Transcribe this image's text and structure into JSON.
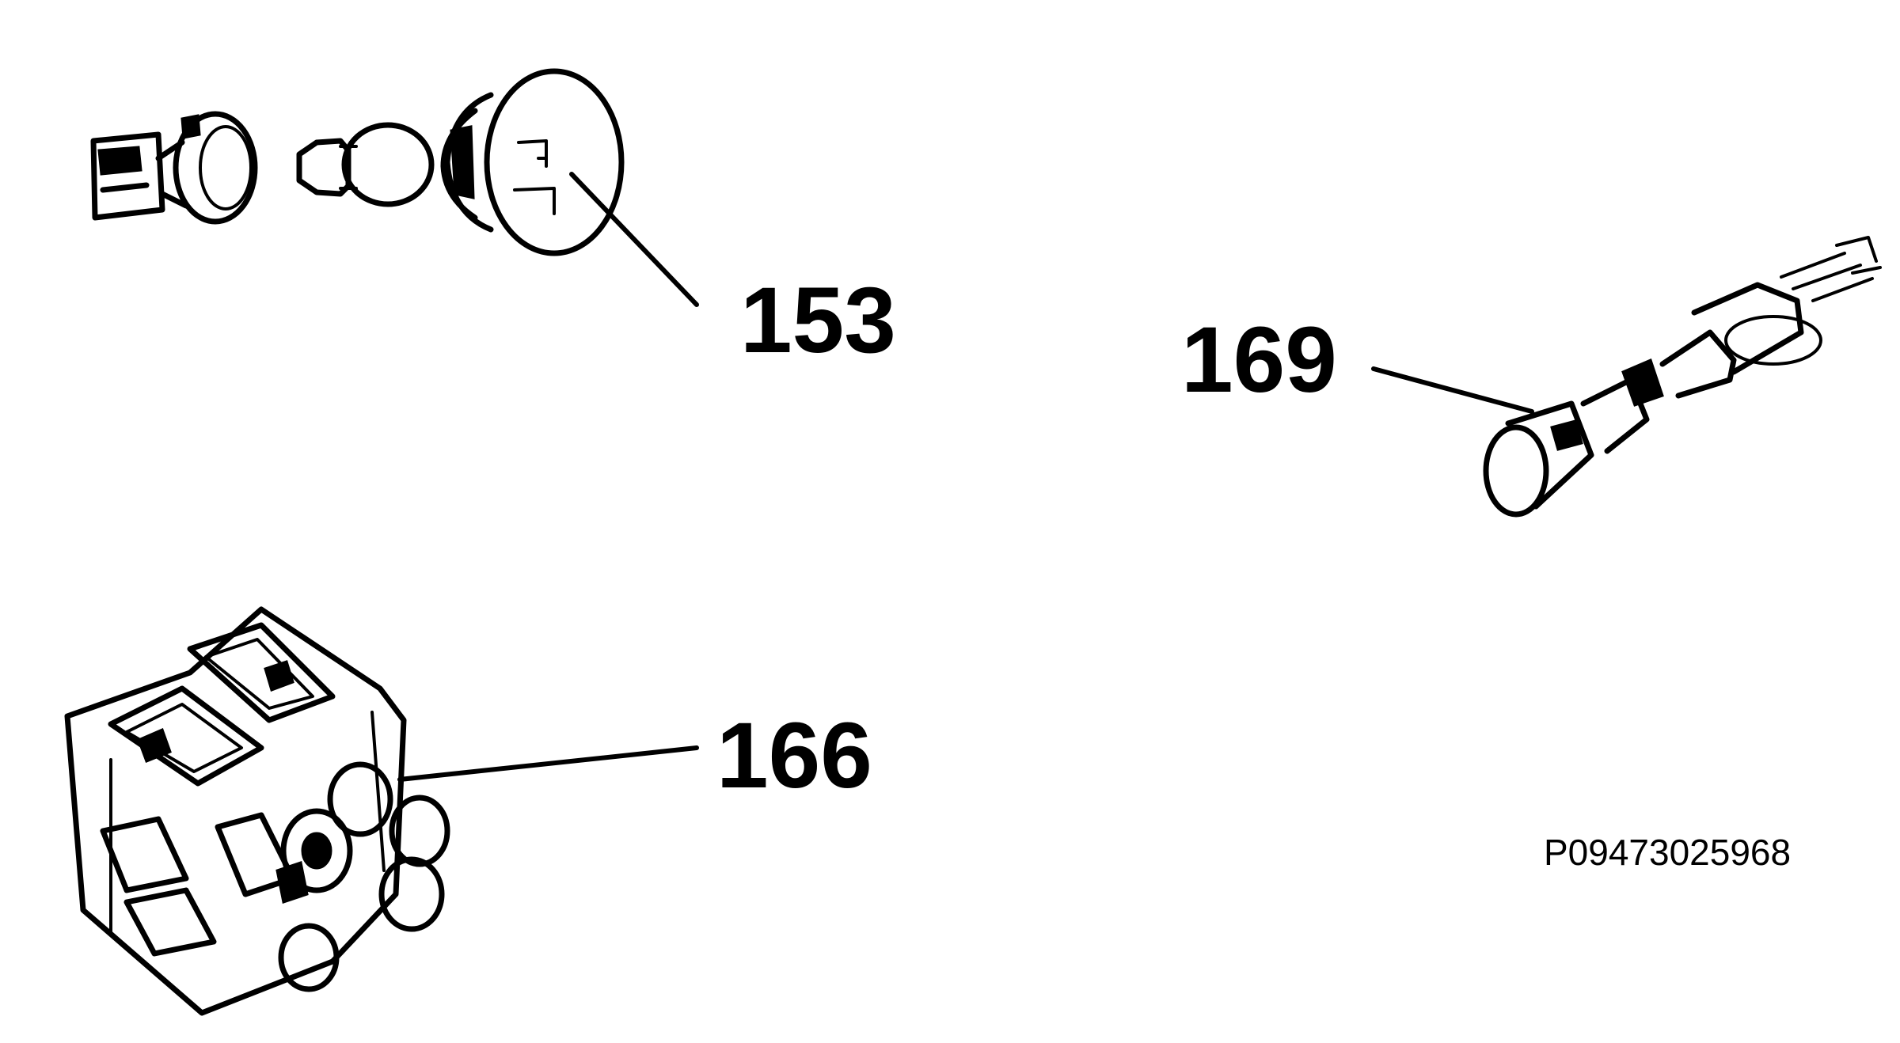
{
  "diagram": {
    "callouts": [
      {
        "id": "153",
        "label": "153"
      },
      {
        "id": "169",
        "label": "169"
      },
      {
        "id": "166",
        "label": "166"
      }
    ],
    "reference_code": "P09473025968",
    "colors": {
      "ink": "#000000",
      "background": "#ffffff"
    }
  }
}
